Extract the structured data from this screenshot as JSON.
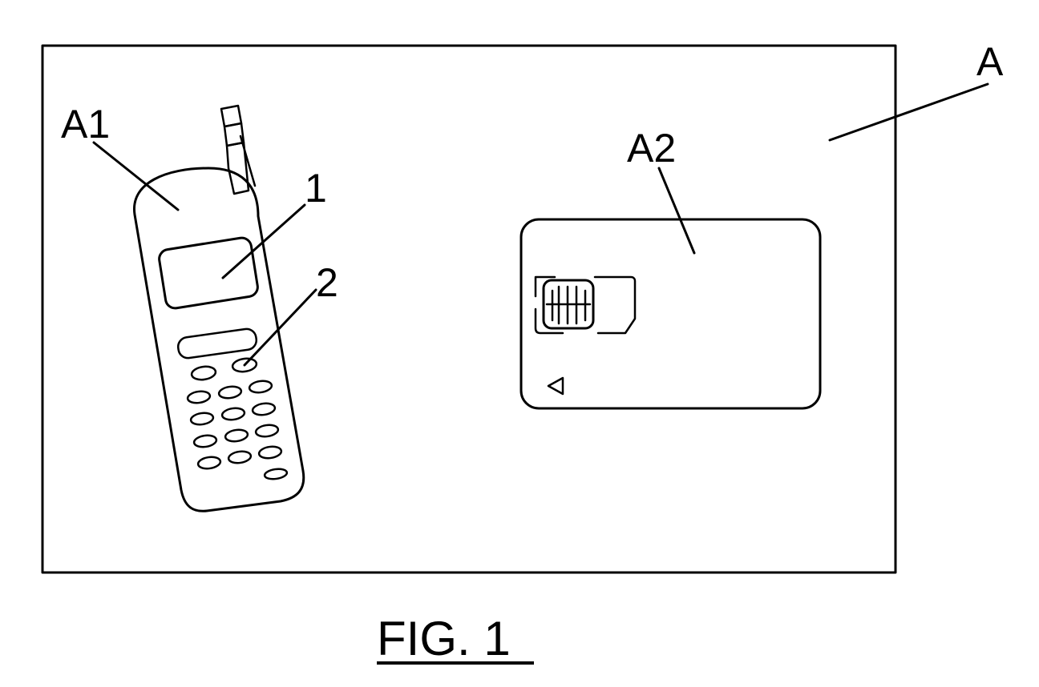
{
  "labels": {
    "system": "A",
    "phone": "A1",
    "card": "A2",
    "display": "1",
    "key": "2"
  },
  "caption": "FIG. 1"
}
